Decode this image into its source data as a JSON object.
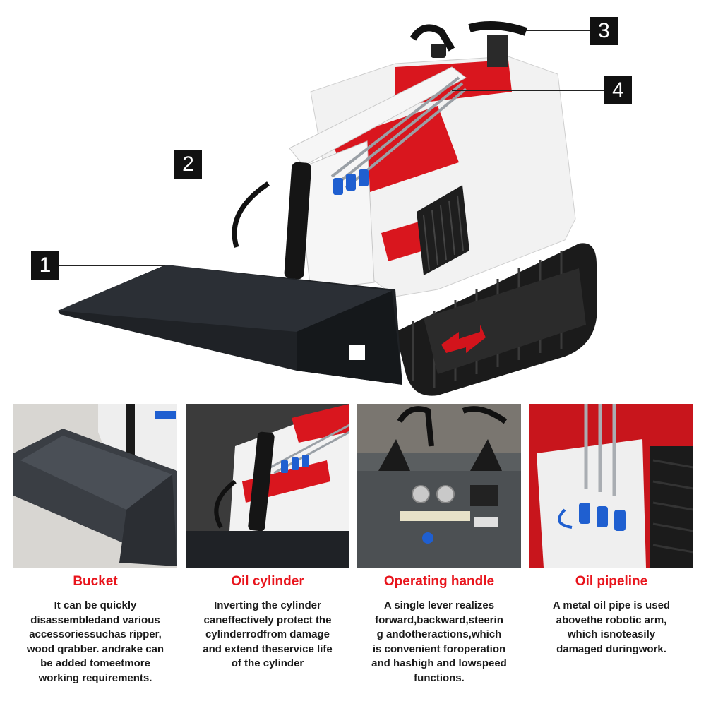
{
  "callouts": [
    "1",
    "2",
    "3",
    "4"
  ],
  "features": [
    {
      "title": "Bucket",
      "lines": [
        "It can be quickly",
        "disassembledand various",
        "accessoriessuchas ripper,",
        "wood qrabber. andrake can",
        "be added tomeetmore",
        "working requirements."
      ]
    },
    {
      "title": "Oil cylinder",
      "lines": [
        "Inverting the cylinder",
        "caneffectively protect the",
        "cylinderrodfrom damage",
        "and extend theservice life",
        "of the cylinder"
      ]
    },
    {
      "title": "Operating handle",
      "lines": [
        "A single lever realizes",
        "forward,backward,steerin",
        "g andotheractions,which",
        "is convenient foroperation",
        "and hashigh and lowspeed",
        "functions."
      ]
    },
    {
      "title": "Oil pipeline",
      "lines": [
        "A metal oil pipe is used",
        "abovethe robotic arm,",
        "which isnoteasily",
        "damaged duringwork."
      ]
    }
  ],
  "colors": {
    "accent": "#e8141c",
    "machine_white": "#f4f4f4",
    "track": "#1a1a1a",
    "hose_blue": "#1f5fd0"
  },
  "icons": [
    "mini-skid-steer-loader-illustration",
    "bucket-photo",
    "oil-cylinder-photo",
    "operating-handle-photo",
    "oil-pipeline-photo"
  ]
}
